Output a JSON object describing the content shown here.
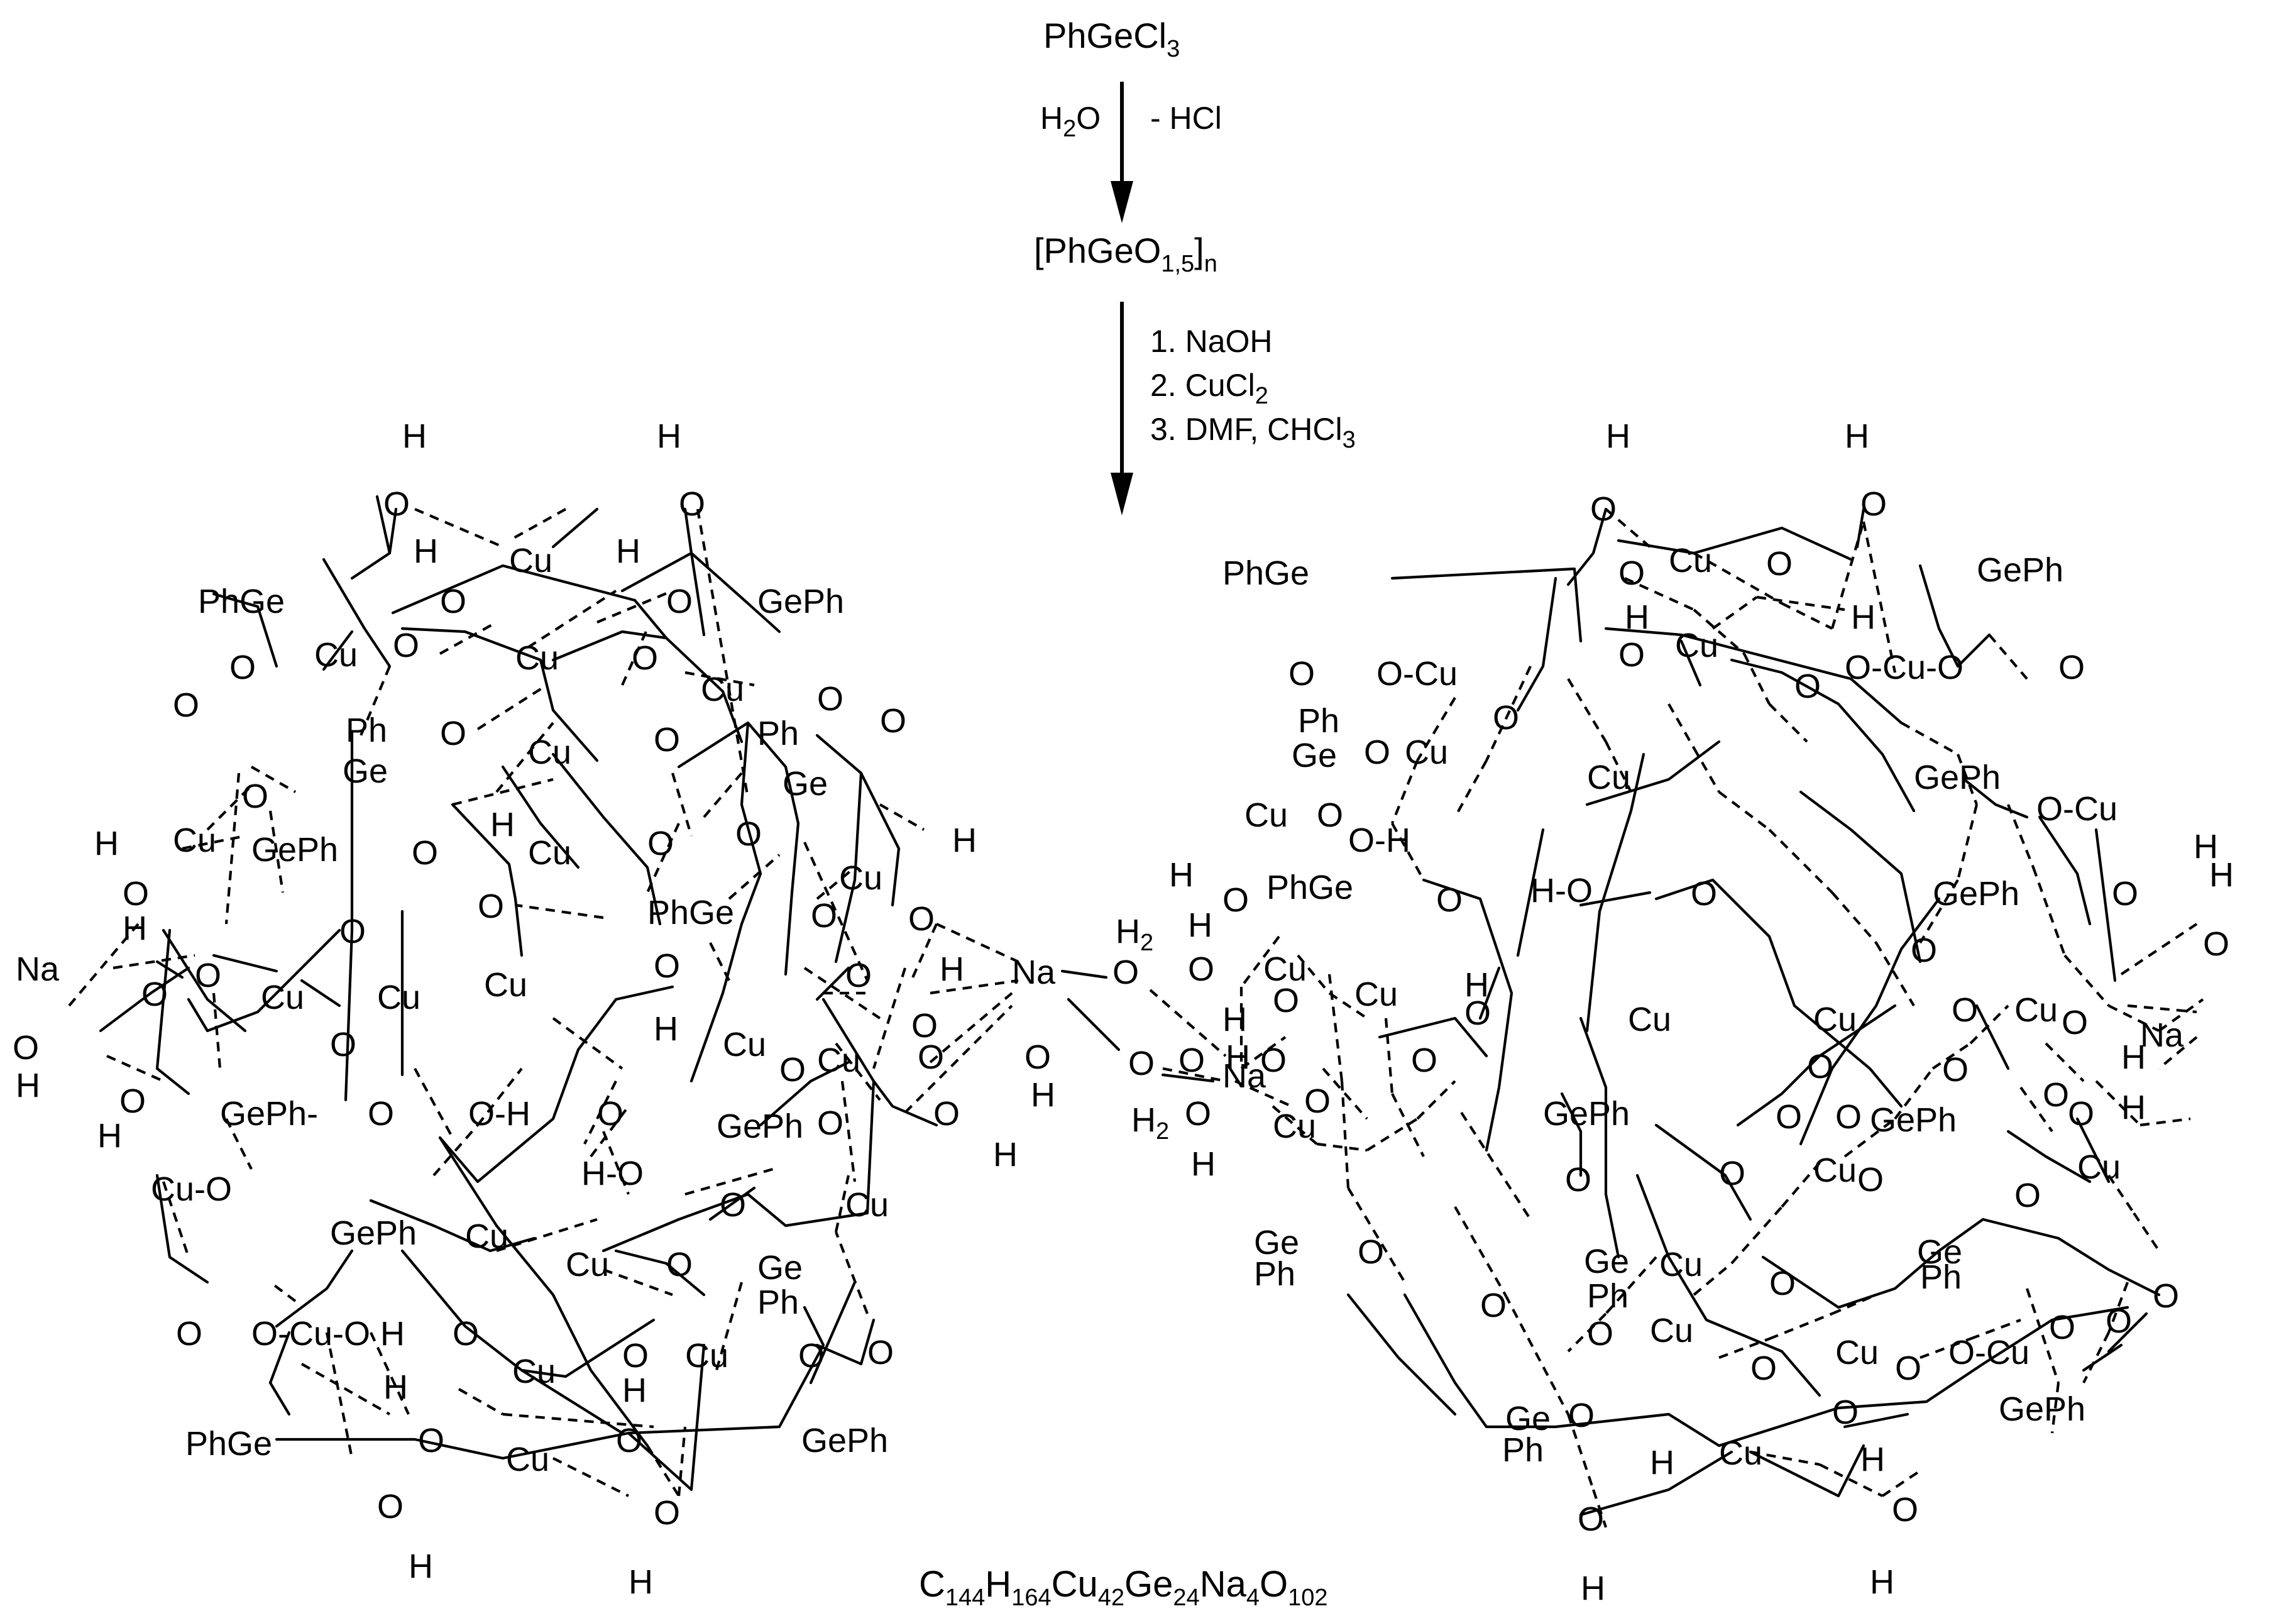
{
  "reaction": {
    "starting_material": {
      "base": "PhGeCl",
      "sub": "3"
    },
    "step1_reagent": {
      "base": "H",
      "sub": "2",
      "tail": "O"
    },
    "step1_byproduct": "- HCl",
    "intermediate": {
      "open": "[PhGeO",
      "sub1": "1,5",
      "close": "]",
      "sub2": "n"
    },
    "conditions": [
      {
        "text": "1. NaOH",
        "sub": "",
        "tail": ""
      },
      {
        "text": "2. CuCl",
        "sub": "2",
        "tail": ""
      },
      {
        "text": "3. DMF, CHCl",
        "sub": "3",
        "tail": ""
      }
    ]
  },
  "product_formula": [
    {
      "t": "C",
      "s": "144"
    },
    {
      "t": "H",
      "s": "164"
    },
    {
      "t": "Cu",
      "s": "42"
    },
    {
      "t": "Ge",
      "s": "24"
    },
    {
      "t": "Na",
      "s": "4"
    },
    {
      "t": "O",
      "s": "102"
    }
  ],
  "bridge_labels": {
    "water_top": "H",
    "water_top_sub": "2",
    "water_bottom": "H",
    "water_bottom_sub": "2"
  },
  "atom_labels": {
    "Cu": "Cu",
    "O": "O",
    "H": "H",
    "Na": "Na",
    "Ge": "Ge",
    "Ph": "Ph",
    "GePh": "GePh",
    "PhGe": "PhGe",
    "Cu_O": "Cu-O",
    "O_Cu_O": "O-Cu-O",
    "O_H": "O-H",
    "H_O": "H-O",
    "GePh_dash": "GePh-",
    "O_Cu": "O-Cu"
  }
}
